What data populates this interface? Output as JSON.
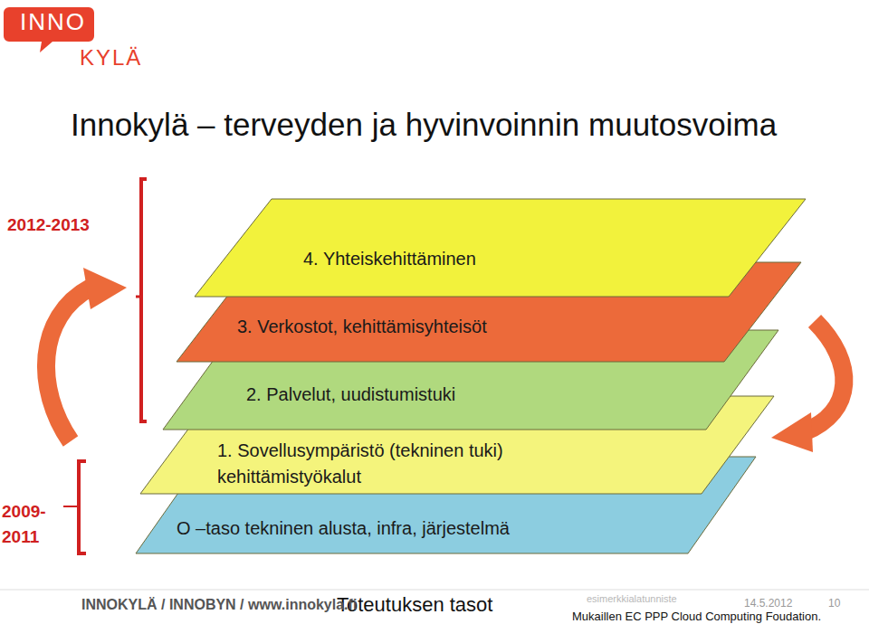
{
  "diagram": {
    "title": "Innokylä – terveyden ja hyvinvoinnin muutosvoima",
    "caption": "Toteutuksen tasot",
    "nodes": [
      {
        "text": [
          "4. Yhteiskehittäminen"
        ]
      },
      {
        "text": [
          "3. Verkostot, kehittämisyhteisöt"
        ]
      },
      {
        "text": [
          "2. Palvelut, uudistumistuki"
        ]
      },
      {
        "text": [
          "1. Sovellusympäristö (tekninen tuki) kehittämistyökalut"
        ]
      },
      {
        "text": [
          "O –taso tekninen alusta, infra, järjestelmä"
        ]
      }
    ],
    "labels": [
      "INNO",
      "KYLÄ",
      "2012-2013",
      "2009- 2011",
      "INNOKYLÄ / INNOBYN / www.innokyla.fi",
      "esimerkkialatunniste",
      "14.5.2012",
      "10",
      "Mukaillen EC PPP Cloud Computing Foudation."
    ]
  }
}
